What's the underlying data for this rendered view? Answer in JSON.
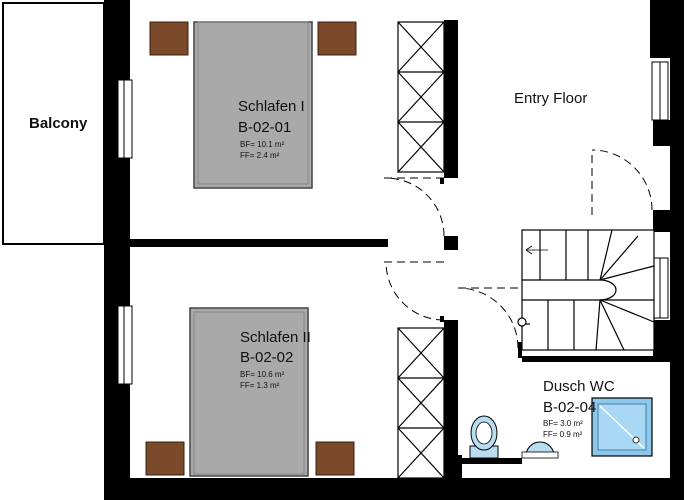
{
  "rooms": {
    "balcony": {
      "label": "Balcony"
    },
    "entry": {
      "label": "Entry Floor"
    },
    "bedroom1": {
      "name": "Schlafen I",
      "code": "B-02-01",
      "bf": "BF= 10.1 m²",
      "ff": "FF= 2.4 m²"
    },
    "bedroom2": {
      "name": "Schlafen II",
      "code": "B-02-02",
      "bf": "BF= 10.6 m²",
      "ff": "FF= 1.3 m²"
    },
    "bathroom": {
      "name": "Dusch WC",
      "code": "B-02-04",
      "bf": "BF= 3.0 m²",
      "ff": "FF= 0.9 m²"
    }
  },
  "colors": {
    "wall": "#000000",
    "bed": "#a9a9a9",
    "nightstand": "#7a4a2a",
    "shower": "#8cc8ec",
    "fixture": "#b8dcf0"
  },
  "icons": [
    "bed-icon",
    "nightstand-icon",
    "wardrobe-icon",
    "staircase-icon",
    "toilet-icon",
    "sink-icon",
    "shower-icon",
    "door-swing-icon",
    "window-icon"
  ]
}
